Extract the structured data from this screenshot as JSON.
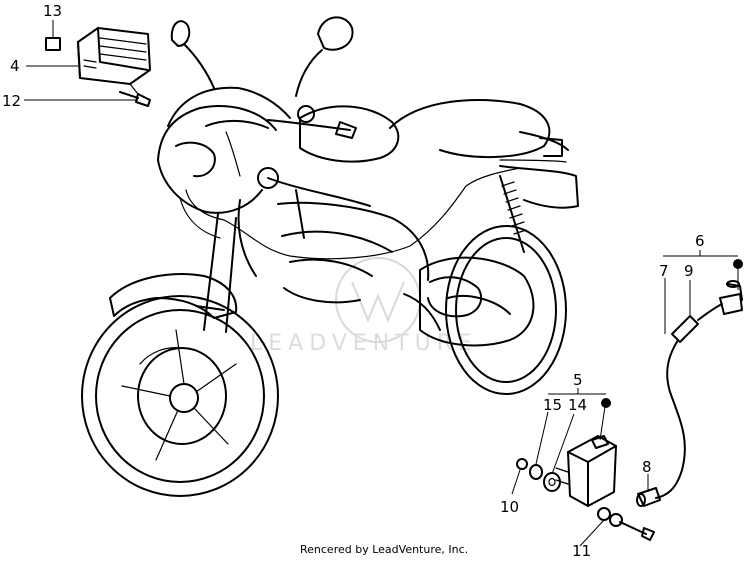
{
  "callouts": {
    "c1": "13",
    "c2": "4",
    "c3": "12",
    "c4": "6",
    "c5": "7",
    "c6": "9",
    "c7": "5",
    "c8": "15",
    "c9": "14",
    "c10": "8",
    "c11": "10",
    "c12": "11"
  },
  "footer": "Rencered by LeadVenture, Inc.",
  "watermark": "LEADVENTURE"
}
